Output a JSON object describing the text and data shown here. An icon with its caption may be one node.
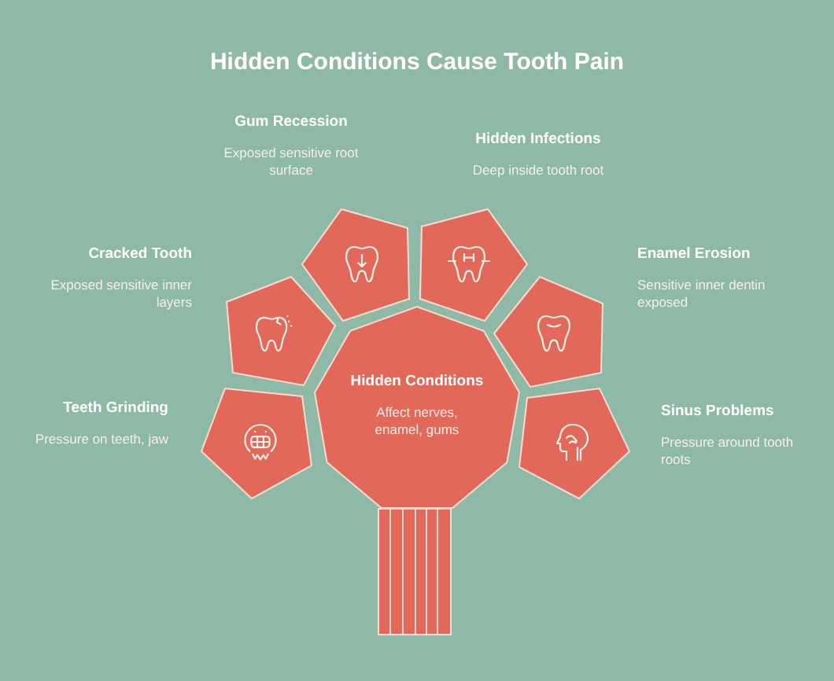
{
  "diagram": {
    "title": "Hidden Conditions Cause Tooth Pain",
    "nodes": [
      {
        "text": [
          "Gum Recession",
          "Exposed sensitive root surface"
        ]
      },
      {
        "text": [
          "Hidden Infections",
          "Deep inside tooth root"
        ]
      },
      {
        "text": [
          "Cracked Tooth",
          "Exposed sensitive inner layers"
        ]
      },
      {
        "text": [
          "Enamel Erosion",
          "Sensitive inner dentin exposed"
        ]
      },
      {
        "text": [
          "Hidden Conditions",
          "Affect nerves, enamel, gums"
        ]
      },
      {
        "text": [
          "Teeth Grinding",
          "Pressure on teeth, jaw"
        ]
      },
      {
        "text": [
          "Sinus Problems",
          "Pressure around tooth roots"
        ]
      }
    ]
  }
}
